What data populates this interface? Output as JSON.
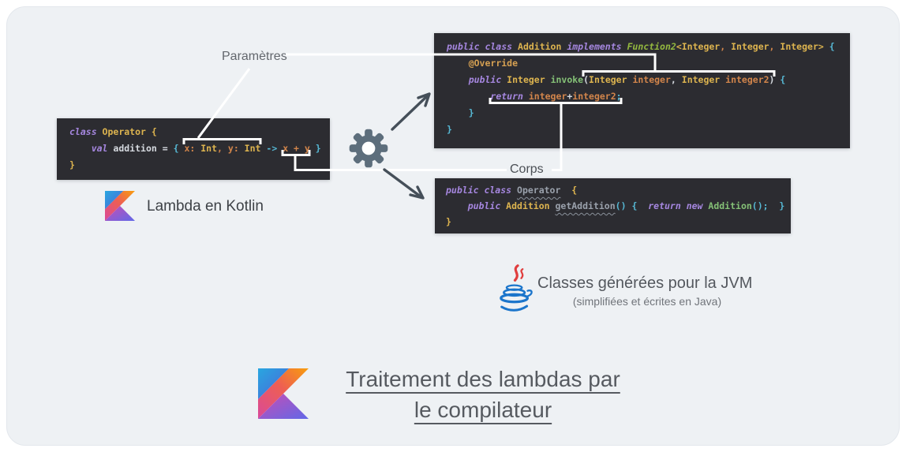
{
  "labels": {
    "parameters": "Paramètres",
    "body": "Corps"
  },
  "captions": {
    "kotlin": "Lambda en Kotlin",
    "jvm": "Classes générées pour la JVM",
    "jvm_sub": "(simplifiées et écrites en Java)"
  },
  "title": {
    "line1": "Traitement des lambdas par",
    "line2": "le compilateur"
  },
  "icons": {
    "gear": "gear-icon",
    "kotlin_logo": "kotlin-logo",
    "java_logo": "java-logo"
  },
  "colors": {
    "page_background": "#eef1f4",
    "frame": "#ffffff",
    "code_background": "#2c2c31",
    "connector_line": "#ffffff",
    "arrow": "#454f59",
    "gear": "#5d6e7c",
    "syntax_keyword": "#a687e0",
    "syntax_type": "#ddb44f",
    "syntax_function": "#84c076",
    "syntax_orange": "#d2854b",
    "syntax_cyan": "#56b8d4",
    "kotlin_orange": "#f89e0d",
    "kotlin_pink": "#d9499a",
    "kotlin_blue": "#28a7e0",
    "kotlin_violet": "#6168e8",
    "java_red": "#e03e3e",
    "java_blue": "#1b75cb"
  },
  "code": {
    "kotlin_lambda": [
      [
        {
          "t": "class ",
          "c": "kw"
        },
        {
          "t": "Operator ",
          "c": "type"
        },
        {
          "t": "{",
          "c": "type"
        }
      ],
      [
        {
          "t": "    ",
          "c": "plain"
        },
        {
          "t": "val",
          "c": "kw"
        },
        {
          "t": " addition = ",
          "c": "plain"
        },
        {
          "t": "{ ",
          "c": "cyan"
        },
        {
          "t": "x",
          "c": "orange"
        },
        {
          "t": ":",
          "c": "orange"
        },
        {
          "t": " Int",
          "c": "type"
        },
        {
          "t": ",",
          "c": "orange"
        },
        {
          "t": " y",
          "c": "orange"
        },
        {
          "t": ":",
          "c": "orange"
        },
        {
          "t": " Int",
          "c": "type"
        },
        {
          "t": " ",
          "c": "plain"
        },
        {
          "t": "->",
          "c": "cyan"
        },
        {
          "t": " ",
          "c": "plain"
        },
        {
          "t": "x + y",
          "c": "orange"
        },
        {
          "t": " ",
          "c": "plain"
        },
        {
          "t": "}",
          "c": "cyan"
        }
      ],
      [
        {
          "t": "}",
          "c": "type"
        }
      ]
    ],
    "java_addition": [
      [
        {
          "t": "public class ",
          "c": "kw"
        },
        {
          "t": "Addition ",
          "c": "type"
        },
        {
          "t": "implements ",
          "c": "kw"
        },
        {
          "t": "Function2",
          "c": "lime"
        },
        {
          "t": "<",
          "c": "type"
        },
        {
          "t": "Integer",
          "c": "type"
        },
        {
          "t": ", ",
          "c": "orange"
        },
        {
          "t": "Integer",
          "c": "type"
        },
        {
          "t": ", ",
          "c": "orange"
        },
        {
          "t": "Integer",
          "c": "type"
        },
        {
          "t": ">",
          "c": "type"
        },
        {
          "t": " {",
          "c": "cyan"
        }
      ],
      [
        {
          "t": "    ",
          "c": "plain"
        },
        {
          "t": "@Override",
          "c": "anno"
        }
      ],
      [
        {
          "t": "    ",
          "c": "plain"
        },
        {
          "t": "public ",
          "c": "kw"
        },
        {
          "t": "Integer ",
          "c": "type"
        },
        {
          "t": "invoke",
          "c": "fn"
        },
        {
          "t": "(",
          "c": "plain"
        },
        {
          "t": "Integer",
          "c": "type"
        },
        {
          "t": " integer",
          "c": "orange"
        },
        {
          "t": ", ",
          "c": "plain"
        },
        {
          "t": "Integer",
          "c": "type"
        },
        {
          "t": " integer2",
          "c": "orange"
        },
        {
          "t": ")",
          "c": "plain"
        },
        {
          "t": " {",
          "c": "cyan"
        }
      ],
      [
        {
          "t": "        ",
          "c": "plain"
        },
        {
          "t": "return",
          "c": "kw"
        },
        {
          "t": " integer",
          "c": "orange"
        },
        {
          "t": "+",
          "c": "plain"
        },
        {
          "t": "integer2",
          "c": "orange"
        },
        {
          "t": ";",
          "c": "cyan"
        }
      ],
      [
        {
          "t": "    ",
          "c": "plain"
        },
        {
          "t": "}",
          "c": "cyan"
        }
      ],
      [
        {
          "t": "}",
          "c": "cyan"
        }
      ]
    ],
    "java_operator": [
      [
        {
          "t": "public class ",
          "c": "kw"
        },
        {
          "t": "Operator",
          "c": "gray",
          "w": true
        },
        {
          "t": "  ",
          "c": "plain"
        },
        {
          "t": "{",
          "c": "type"
        }
      ],
      [
        {
          "t": "    ",
          "c": "plain"
        },
        {
          "t": "public ",
          "c": "kw"
        },
        {
          "t": "Addition ",
          "c": "type"
        },
        {
          "t": "getAddition",
          "c": "gray",
          "w": true
        },
        {
          "t": "()",
          "c": "cyan"
        },
        {
          "t": " { ",
          "c": "cyan"
        },
        {
          "t": " ",
          "c": "plain"
        },
        {
          "t": "return new ",
          "c": "kw"
        },
        {
          "t": "Addition",
          "c": "fn"
        },
        {
          "t": "();",
          "c": "cyan"
        },
        {
          "t": "  }",
          "c": "cyan"
        }
      ],
      [
        {
          "t": "}",
          "c": "type"
        }
      ]
    ]
  }
}
